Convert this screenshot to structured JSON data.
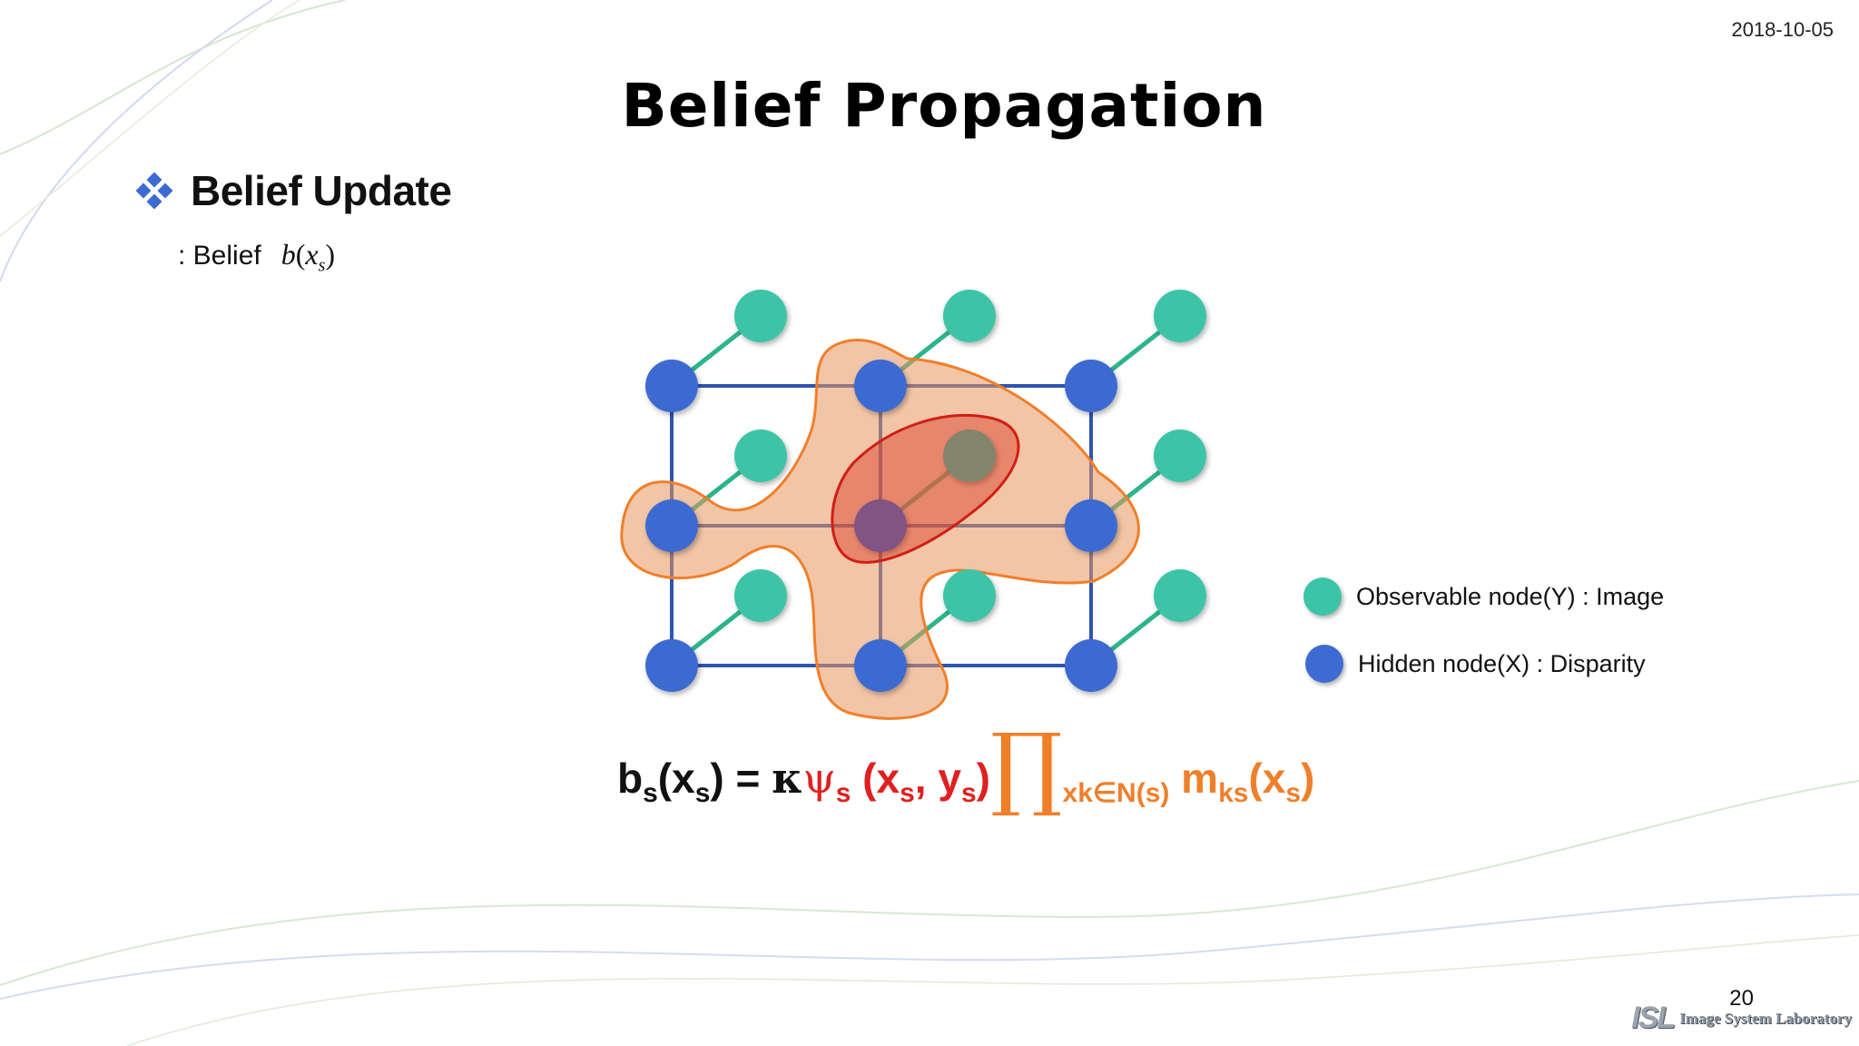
{
  "slide": {
    "date": "2018-10-05",
    "title": "Belief Propagation",
    "bullet": "Belief Update",
    "belief_label": ": Belief",
    "belief_formula": {
      "b": "b",
      "open": "(",
      "x": "x",
      "sub": "s",
      "close": ")"
    },
    "page_number": "20"
  },
  "diagram": {
    "legend": [
      {
        "label": "Observable node(Y) : Image",
        "color": "#3cc4a6"
      },
      {
        "label": "Hidden node(X) : Disparity",
        "color": "#3d6bd1"
      }
    ],
    "colors": {
      "hidden_node": "#3d6bd1",
      "observable_node": "#3cc4a6",
      "grid_line": "#2f55b0",
      "link_line": "#2db48a",
      "orange_region": "#f07f2a",
      "red_region": "#d83a26"
    }
  },
  "equation": {
    "b": "b",
    "b_sub": "s",
    "x_open": "(x",
    "x_sub": "s",
    "x_close": ")",
    "equals": " = ",
    "kappa": "κ ",
    "psi": "ψ",
    "psi_sub": "s",
    "psi_args_open": " (x",
    "psi_x_sub": "s",
    "psi_comma": ", y",
    "psi_y_sub": "s",
    "psi_close": ")",
    "prod": " ∏",
    "prod_sub": "xk∈N(s)",
    "m": " m",
    "m_sub": "ks",
    "m_open": "(x",
    "m_x_sub": "s",
    "m_close": ")"
  },
  "logo": {
    "mark": "ISL",
    "text": "Image System Laboratory"
  }
}
